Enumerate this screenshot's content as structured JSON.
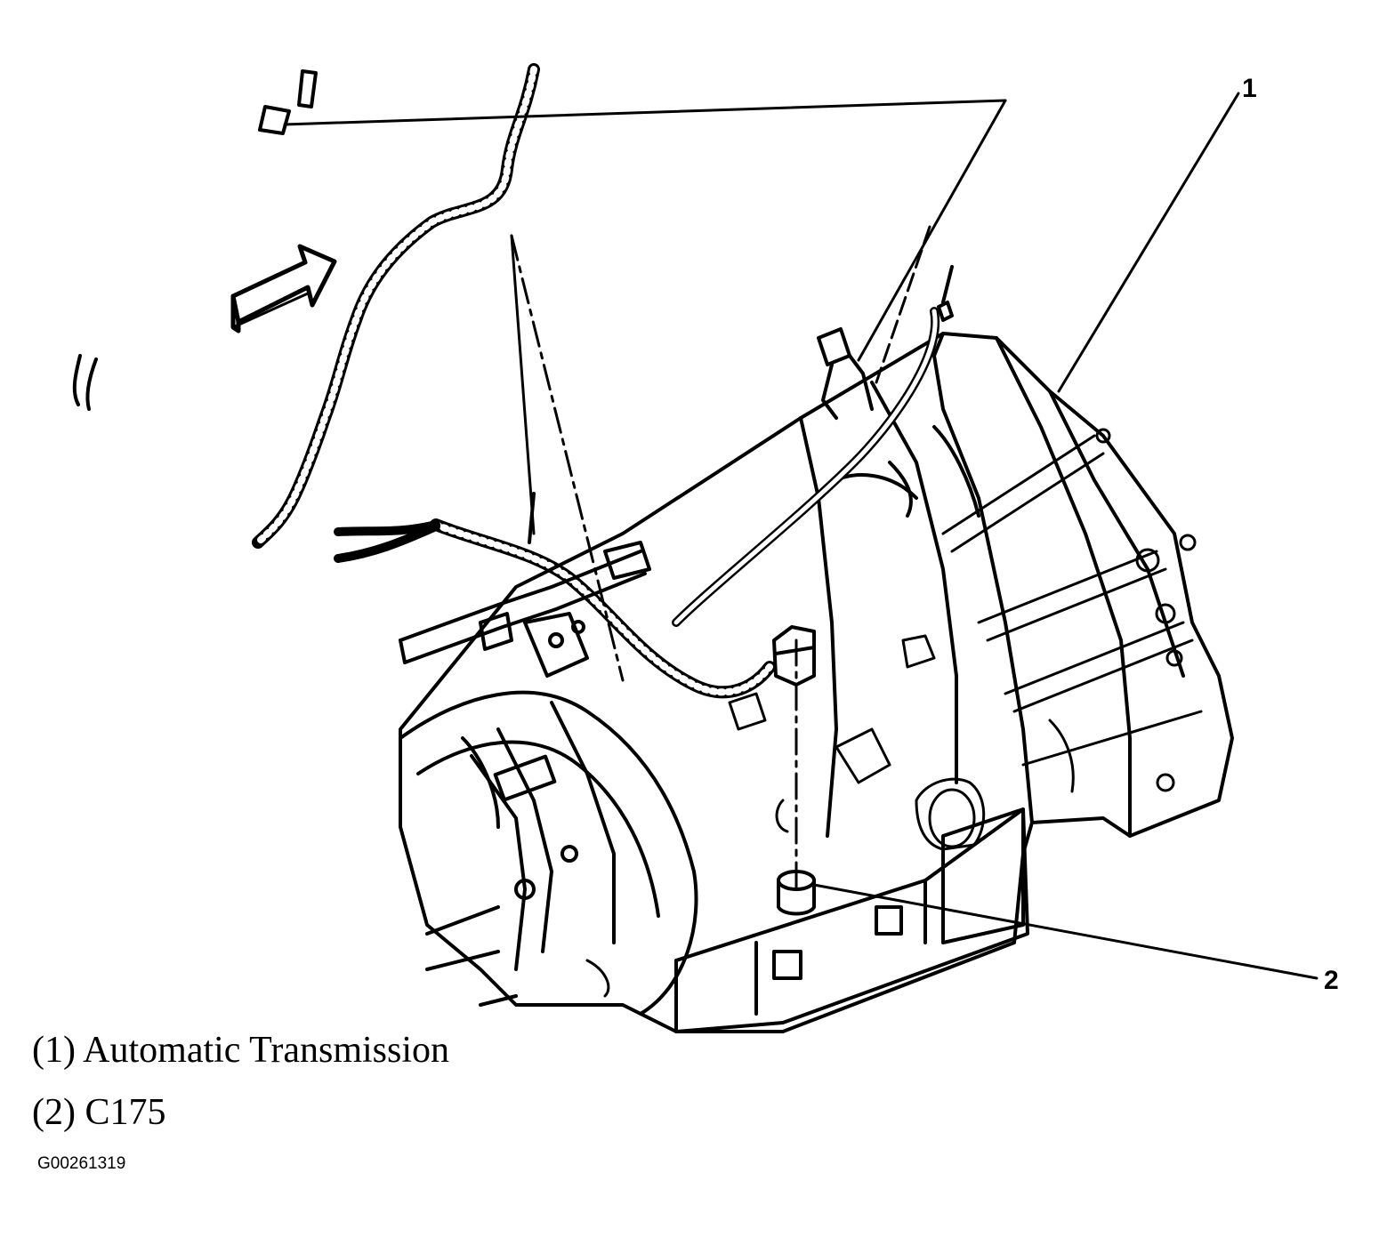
{
  "callouts": [
    {
      "number": "1"
    },
    {
      "number": "2"
    }
  ],
  "legend": [
    {
      "text": "(1) Automatic Transmission"
    },
    {
      "text": "(2) C175"
    }
  ],
  "figure_id": "G00261319",
  "colors": {
    "ink": "#000000",
    "paper": "#ffffff"
  }
}
